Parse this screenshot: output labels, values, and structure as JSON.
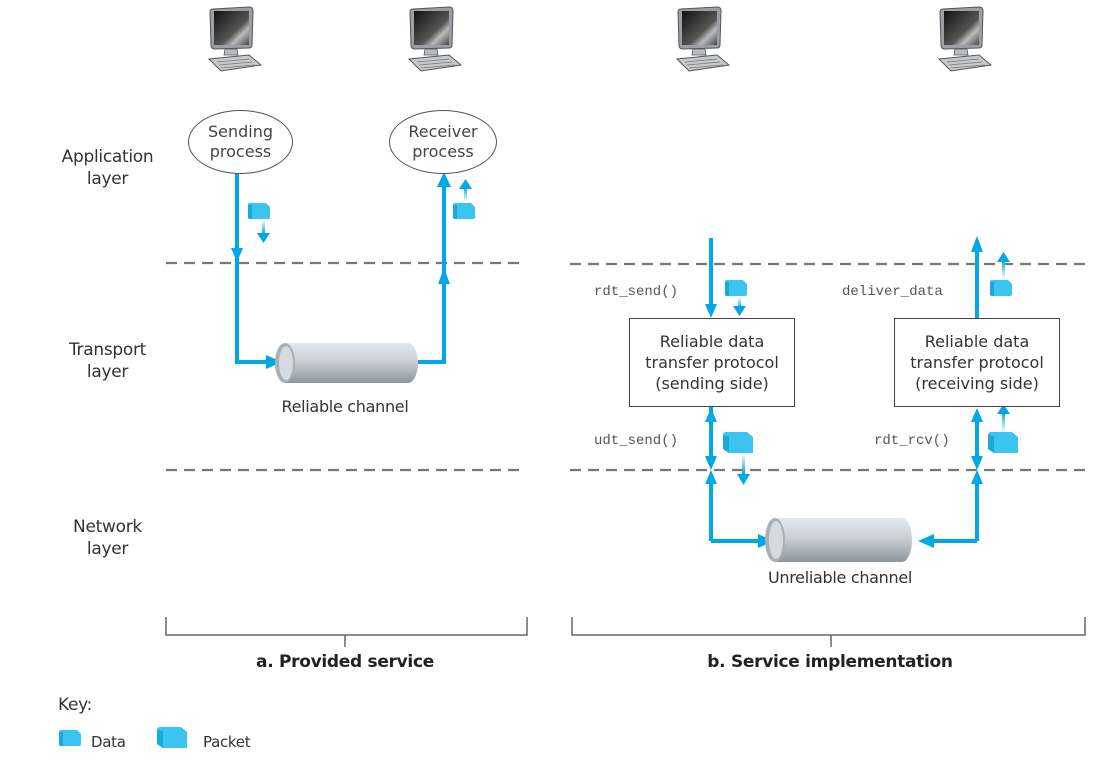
{
  "layers": {
    "application": "Application\nlayer",
    "transport": "Transport\nlayer",
    "network": "Network\nlayer"
  },
  "panel_a": {
    "caption": "a. Provided service",
    "sending_process": "Sending\nprocess",
    "receiver_process": "Receiver\nprocess",
    "channel_label": "Reliable channel"
  },
  "panel_b": {
    "caption": "b. Service implementation",
    "sender_box": "Reliable data\ntransfer protocol\n(sending side)",
    "receiver_box": "Reliable data\ntransfer protocol\n(receiving side)",
    "rdt_send": "rdt_send()",
    "udt_send": "udt_send()",
    "deliver_data": "deliver_data",
    "rdt_rcv": "rdt_rcv()",
    "channel_label": "Unreliable channel"
  },
  "key": {
    "title": "Key:",
    "data_label": "Data",
    "packet_label": "Packet"
  },
  "colors": {
    "flow": "#00a8e6",
    "packet": "#3cc4f0",
    "dashed": "#777777"
  }
}
